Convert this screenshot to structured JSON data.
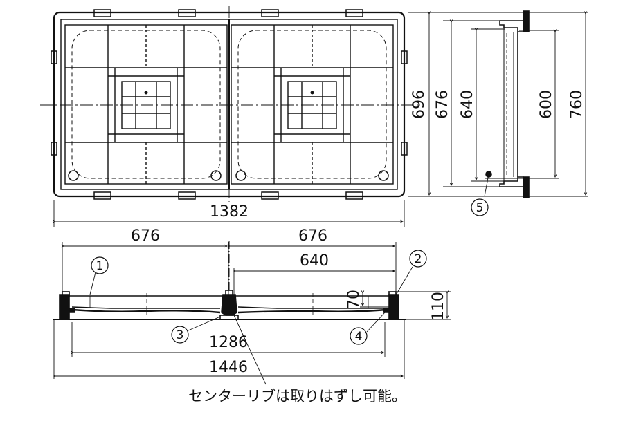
{
  "plan_view": {
    "width_label": "1382",
    "height_label": "696"
  },
  "side_view": {
    "labels": {
      "outer": "760",
      "mid1": "676",
      "mid2": "640",
      "inner": "600"
    },
    "callout": "5"
  },
  "section_view": {
    "left_span": "676",
    "right_span": "676",
    "inner_span": "640",
    "depth_small": "70",
    "depth_total": "110",
    "base_inner": "1286",
    "base_outer": "1446",
    "callouts": [
      "1",
      "2",
      "3",
      "4"
    ]
  },
  "caption": "センターリブは取りはずし可能。",
  "colors": {
    "line": "#111111",
    "paper": "#ffffff"
  }
}
